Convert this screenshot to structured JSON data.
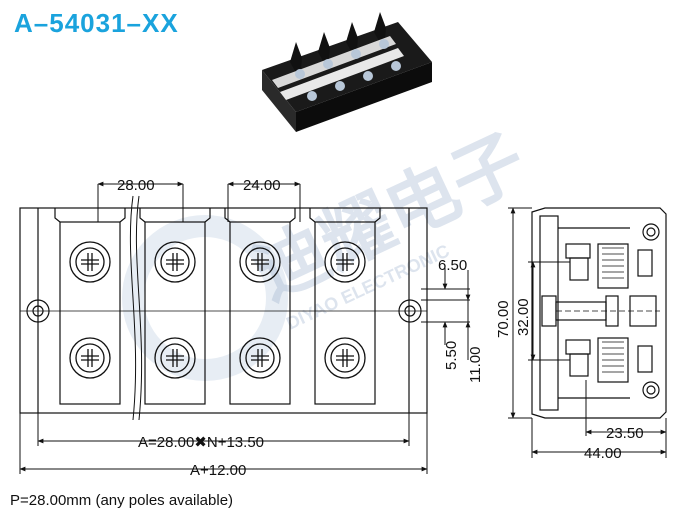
{
  "title": "A–54031–XX",
  "footer_note": "P=28.00mm (any poles available)",
  "watermark": {
    "cn": "迪耀电子",
    "en": "DIYAO ELECTRONIC"
  },
  "front_view": {
    "dim_pitch": "28.00",
    "dim_gap": "24.00",
    "dim_a": "A=28.00✖N+13.50",
    "dim_total": "A+12.00",
    "dim_650": "6.50",
    "dim_550": "5.50",
    "dim_1100": "11.00",
    "poles": 4
  },
  "side_view": {
    "dim_height": "70.00",
    "dim_32": "32.00",
    "dim_2350": "23.50",
    "dim_width": "44.00"
  },
  "colors": {
    "title": "#1aa3dd",
    "line": "#111111",
    "watermark": "#9fb4cf"
  }
}
